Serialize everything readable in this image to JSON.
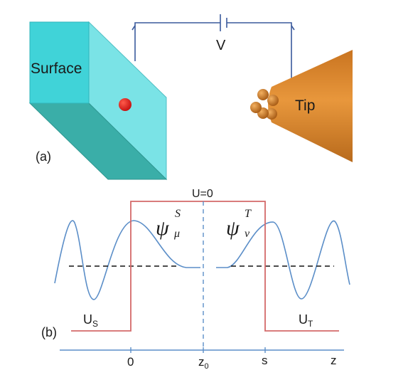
{
  "part_a": {
    "panel_label": "(a)",
    "surface_label": "Surface",
    "voltage_label": "V",
    "tip_label": "Tip"
  },
  "part_b": {
    "panel_label": "(b)",
    "barrier_label": "U=0",
    "us_label": {
      "main": "U",
      "sub": "S"
    },
    "ut_label": {
      "main": "U",
      "sub": "T"
    },
    "psi_s": {
      "symbol": "ψ",
      "sup": "S",
      "sub": "μ"
    },
    "psi_t": {
      "symbol": "ψ",
      "sup": "T",
      "sub": "ν"
    },
    "axis_ticks": {
      "zero": "0",
      "z0": {
        "main": "z",
        "sub": "0"
      },
      "s": "s",
      "z": "z"
    }
  },
  "colors": {
    "surface_front": "#40d3d8",
    "surface_side": "#7ae3e6",
    "surface_bottom": "#3aaea8",
    "circuit_wire": "#3a5a9c",
    "tip": "#d9862c",
    "atom": "#b0641c",
    "dot": "#d81e1e",
    "potential": "#d46a6a",
    "wavefunction": "#5b8ec8",
    "axis": "#5b8ec8",
    "dashed_level": "#111111"
  }
}
